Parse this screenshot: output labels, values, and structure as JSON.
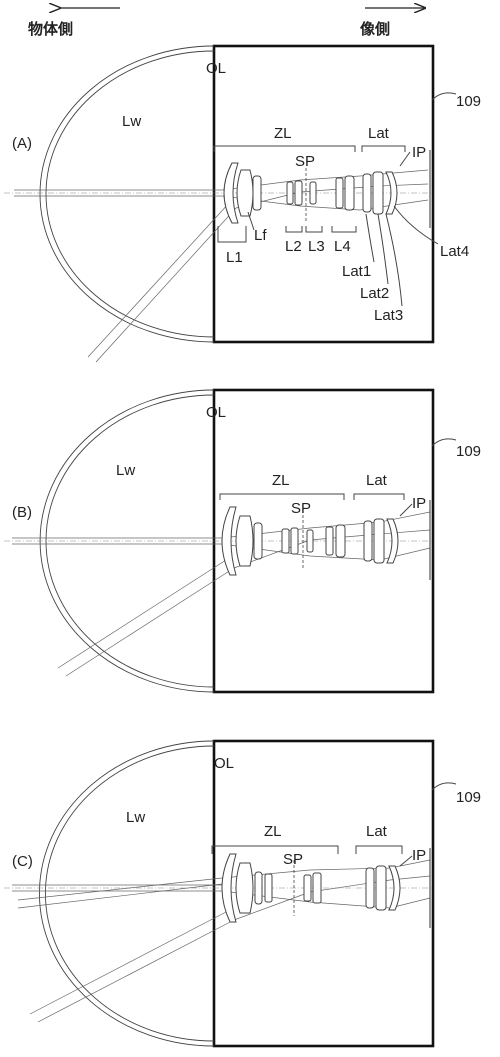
{
  "header": {
    "object_side": "物体側",
    "image_side": "像側"
  },
  "panels": [
    {
      "id": "A",
      "label": "(A)",
      "labels": {
        "ol": "OL",
        "lw": "Lw",
        "ref": "109",
        "zl": "ZL",
        "lat": "Lat",
        "ip": "IP",
        "sp": "SP",
        "l1": "L1",
        "lf": "Lf",
        "l2": "L2",
        "l3": "L3",
        "l4": "L4",
        "lat1": "Lat1",
        "lat2": "Lat2",
        "lat3": "Lat3",
        "lat4": "Lat4"
      }
    },
    {
      "id": "B",
      "label": "(B)",
      "labels": {
        "ol": "OL",
        "lw": "Lw",
        "ref": "109",
        "zl": "ZL",
        "lat": "Lat",
        "ip": "IP",
        "sp": "SP"
      }
    },
    {
      "id": "C",
      "label": "(C)",
      "labels": {
        "ol": "OL",
        "lw": "Lw",
        "ref": "109",
        "zl": "ZL",
        "lat": "Lat",
        "ip": "IP",
        "sp": "SP"
      }
    }
  ]
}
